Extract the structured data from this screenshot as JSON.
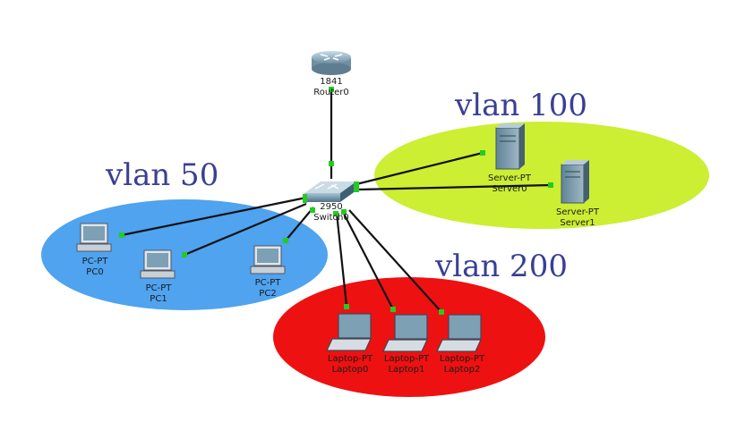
{
  "vlans": [
    {
      "label": "vlan 50",
      "color": "#4fa3ef"
    },
    {
      "label": "vlan 100",
      "color": "#ccee33"
    },
    {
      "label": "vlan 200",
      "color": "#ee1111"
    }
  ],
  "devices": {
    "router0": {
      "model": "1841",
      "name": "Router0",
      "icon": "router-icon"
    },
    "switch0": {
      "model": "2950",
      "name": "Switch0",
      "icon": "switch-icon"
    },
    "pc0": {
      "model": "PC-PT",
      "name": "PC0",
      "icon": "pc-icon"
    },
    "pc1": {
      "model": "PC-PT",
      "name": "PC1",
      "icon": "pc-icon"
    },
    "pc2": {
      "model": "PC-PT",
      "name": "PC2",
      "icon": "pc-icon"
    },
    "server0": {
      "model": "Server-PT",
      "name": "Server0",
      "icon": "server-icon"
    },
    "server1": {
      "model": "Server-PT",
      "name": "Server1",
      "icon": "server-icon"
    },
    "laptop0": {
      "model": "Laptop-PT",
      "name": "Laptop0",
      "icon": "laptop-icon"
    },
    "laptop1": {
      "model": "Laptop-PT",
      "name": "Laptop1",
      "icon": "laptop-icon"
    },
    "laptop2": {
      "model": "Laptop-PT",
      "name": "Laptop2",
      "icon": "laptop-icon"
    }
  },
  "link_color": "#111111",
  "port_color": "#22cc22"
}
